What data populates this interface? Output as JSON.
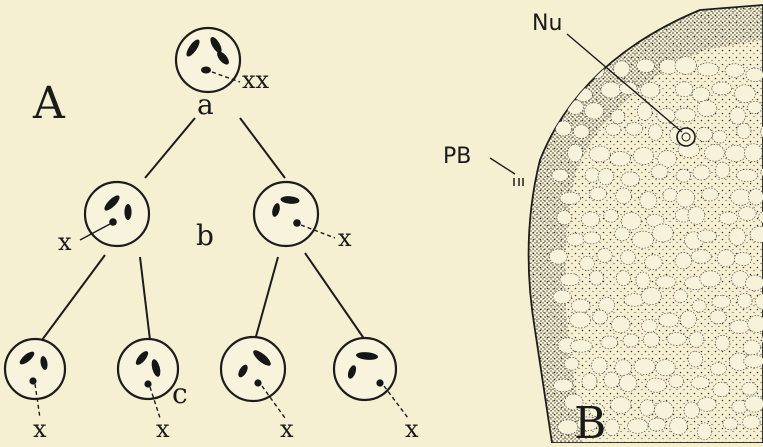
{
  "panel_a": {
    "panel_label": "A",
    "stage_labels": {
      "a": "a",
      "b": "b",
      "c": "c"
    },
    "chromosome_labels": {
      "a": "xx",
      "b_left": "x",
      "b_right": "x",
      "c1": "x",
      "c2": "x",
      "c3": "x",
      "c4": "x"
    }
  },
  "panel_b": {
    "panel_label": "B",
    "nucleus_label": "Nu",
    "polar_body_label": "PB"
  }
}
